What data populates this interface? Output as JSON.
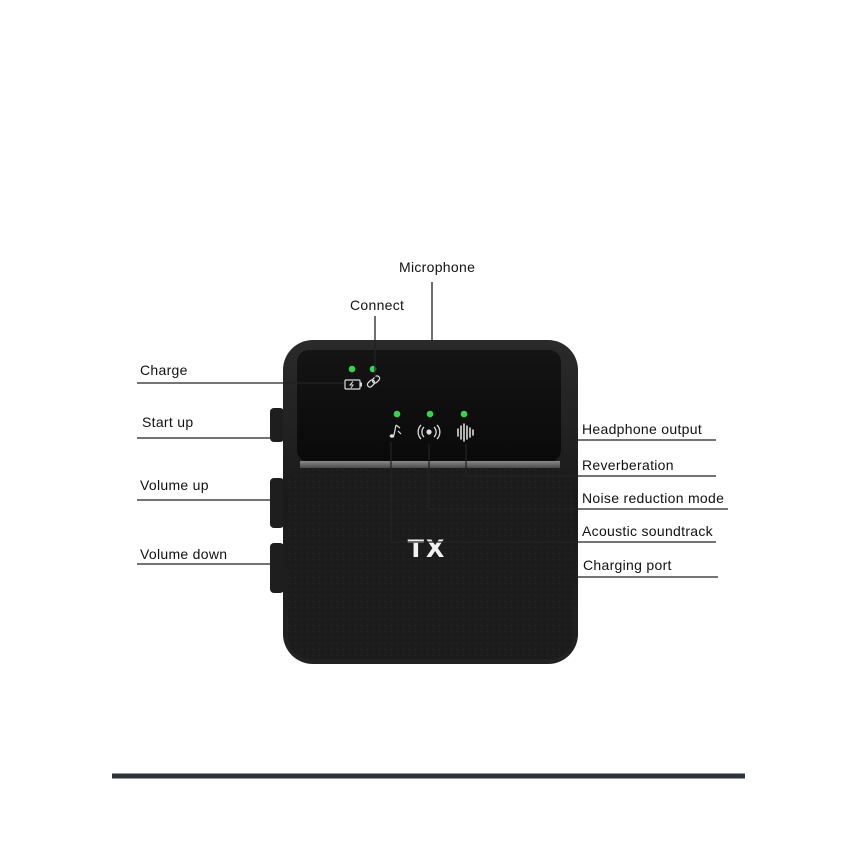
{
  "labels": {
    "microphone": "Microphone",
    "connect": "Connect",
    "charge": "Charge",
    "start_up": "Start up",
    "volume_up": "Volume up",
    "volume_down": "Volume down",
    "headphone_output": "Headphone output",
    "reverberation": "Reverberation",
    "noise_reduction_mode": "Noise reduction mode",
    "acoustic_soundtrack": "Acoustic soundtrack",
    "charging_port": "Charging port"
  },
  "device": {
    "marking": "TX",
    "led_color": "#39d353",
    "body_color": "#1b1b1b",
    "panel_color": "#0d0d0d"
  },
  "icons": {
    "charge": "battery-charging-icon",
    "connect": "link-icon",
    "acoustic": "music-note-icon",
    "noise": "broadcast-icon",
    "reverb": "sound-wave-icon"
  }
}
